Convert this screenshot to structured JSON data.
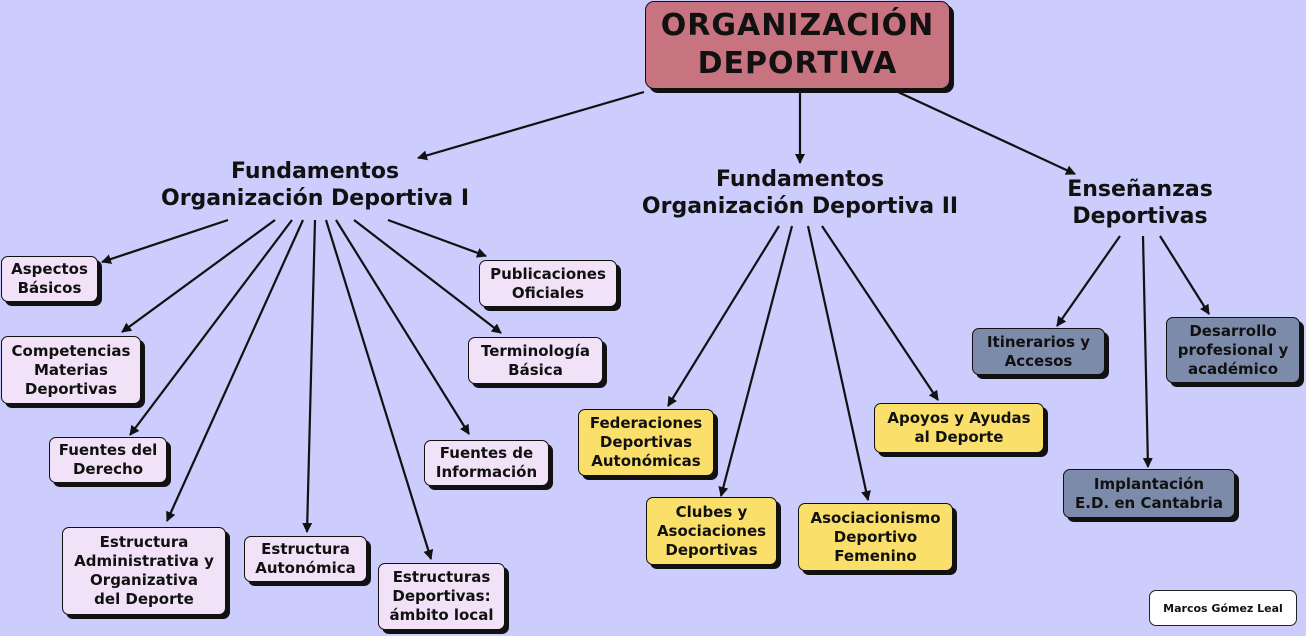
{
  "title": "ORGANIZACIÓN\nDEPORTIVA",
  "colors": {
    "background": "#ccccfd",
    "root": "#c77380",
    "group1_nodes": "#f2e2f8",
    "group2_nodes": "#fadf6a",
    "group3_nodes": "#7d8bab",
    "edges": "#111111"
  },
  "headings": {
    "fod1": "Fundamentos\nOrganización Deportiva I",
    "fod2": "Fundamentos\nOrganización Deportiva II",
    "ensenanzas": "Enseñanzas\nDeportivas"
  },
  "fod1_nodes": [
    {
      "id": "aspectos",
      "label": "Aspectos\nBásicos"
    },
    {
      "id": "competencias",
      "label": "Competencias\nMaterias\nDeportivas"
    },
    {
      "id": "fuentes-derecho",
      "label": "Fuentes del\nDerecho"
    },
    {
      "id": "estructura-admin",
      "label": "Estructura\nAdministrativa y\nOrganizativa\ndel Deporte"
    },
    {
      "id": "estructura-autonomica",
      "label": "Estructura\nAutonómica"
    },
    {
      "id": "estructuras-local",
      "label": "Estructuras\nDeportivas:\námbito local"
    },
    {
      "id": "fuentes-informacion",
      "label": "Fuentes de\nInformación"
    },
    {
      "id": "terminologia",
      "label": "Terminología\nBásica"
    },
    {
      "id": "publicaciones",
      "label": "Publicaciones\nOficiales"
    }
  ],
  "fod2_nodes": [
    {
      "id": "federaciones",
      "label": "Federaciones\nDeportivas\nAutonómicas"
    },
    {
      "id": "clubes",
      "label": "Clubes y\nAsociaciones\nDeportivas"
    },
    {
      "id": "asociacionismo",
      "label": "Asociacionismo\nDeportivo\nFemenino"
    },
    {
      "id": "apoyos",
      "label": "Apoyos y Ayudas\nal Deporte"
    }
  ],
  "ensenanzas_nodes": [
    {
      "id": "itinerarios",
      "label": "Itinerarios y\nAccesos"
    },
    {
      "id": "implantacion",
      "label": "Implantación\nE.D. en Cantabria"
    },
    {
      "id": "desarrollo",
      "label": "Desarrollo\nprofesional y\nacadémico"
    }
  ],
  "credit": "Marcos  Gómez Leal"
}
